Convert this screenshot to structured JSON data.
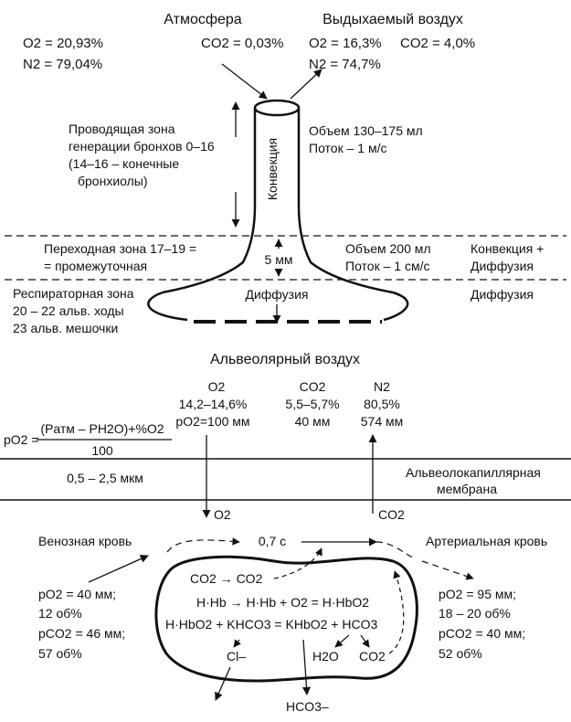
{
  "atmosphere": {
    "title": "Атмосфера",
    "o2": "O2 = 20,93%",
    "co2": "CO2 = 0,03%",
    "n2": "N2 = 79,04%"
  },
  "exhaled": {
    "title": "Выдыхаемый воздух",
    "o2": "O2 = 16,3%",
    "co2": "CO2 = 4,0%",
    "n2": "N2 = 74,7%"
  },
  "conducting_zone": {
    "lines": [
      "Проводящая зона",
      "генерации бронхов 0–16",
      "(14–16 – конечные",
      "бронхиолы)"
    ],
    "volume": "Объем 130–175 мл",
    "flow": "Поток – 1 м/с",
    "process": "Конвекция"
  },
  "transition_zone": {
    "lines": [
      "Переходная зона 17–19 =",
      "= промежуточная"
    ],
    "length": "5 мм",
    "volume": "Объем 200 мл",
    "flow": "Поток – 1 см/с",
    "process_lines": [
      "Конвекция +",
      "Диффузия"
    ]
  },
  "respiratory_zone": {
    "lines": [
      "Респираторная зона",
      "20 – 22 альв. ходы",
      "23 альв. мешочки"
    ],
    "inner_label": "Диффузия",
    "process": "Диффузия"
  },
  "alveolar_air": {
    "title": "Альвеолярный воздух",
    "o2_name": "O2",
    "o2_range": "14,2–14,6%",
    "o2_pressure": "pO2=100 мм",
    "co2_name": "CO2",
    "co2_range": "5,5–5,7%",
    "co2_pressure": "40 мм",
    "n2_name": "N2",
    "n2_percent": "80,5%",
    "n2_pressure": "574 мм"
  },
  "formula": {
    "lhs": "pO2 =",
    "numerator": "(Pатм – PH2O)+%O2",
    "denominator": "100"
  },
  "membrane": {
    "thickness": "0,5 – 2,5 мкм",
    "label_lines": [
      "Альвеолокапиллярная",
      "мембрана"
    ],
    "o2_label": "O2",
    "co2_label": "CO2"
  },
  "blood": {
    "venous": "Венозная кровь",
    "arterial": "Артериальная кровь",
    "time": "0,7 с",
    "venous_values": [
      "pO2 = 40 мм;",
      "12 об%",
      "pCO2 = 46 мм;",
      "57 об%"
    ],
    "arterial_values": [
      "pO2 = 95 мм;",
      "18 – 20 об%",
      "pCO2 = 40 мм;",
      "52 об%"
    ]
  },
  "cell": {
    "co2_transfer": "CO2 → CO2",
    "reaction1": "H·Hb → H·Hb + O2 = H·HbO2",
    "reaction2": "H·HbO2 + KHCO3 = KHbO2 + HCO3",
    "cl": "Cl–",
    "h2o": "H2O",
    "co2": "CO2",
    "hco3": "HCO3–"
  }
}
